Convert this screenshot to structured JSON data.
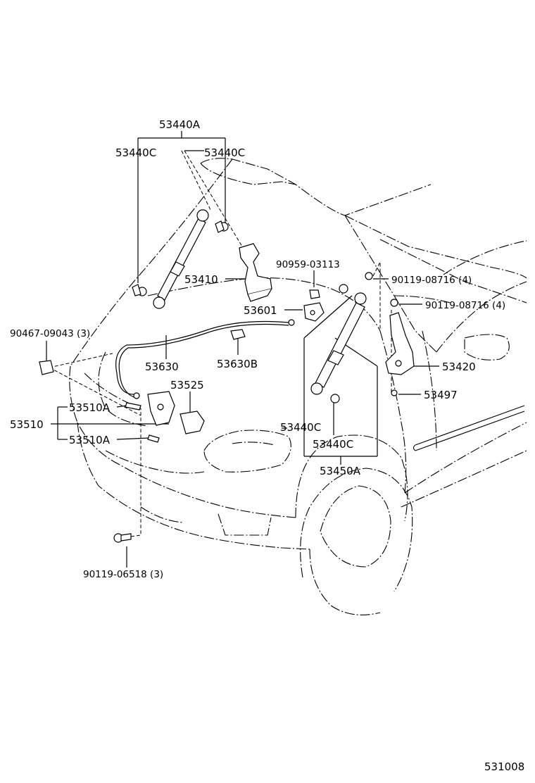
{
  "labels": {
    "p53440A_top": "53440A",
    "p53440C_left": "53440C",
    "p53440C_right": "53440C",
    "p53410": "53410",
    "p90959": "90959-03113",
    "p53601": "53601",
    "p90467": "90467-09043 (3)",
    "p53630": "53630",
    "p53630B": "53630B",
    "p53525": "53525",
    "p53510A_1": "53510A",
    "p53510": "53510",
    "p53510A_2": "53510A",
    "p53440C_mid": "53440C",
    "p53440C_low": "53440C",
    "p53450A": "53450A",
    "p90119_08716_a": "90119-08716 (4)",
    "p90119_08716_b": "90119-08716 (4)",
    "p53420": "53420",
    "p53497": "53497",
    "p90119_06518": "90119-06518 (3)",
    "diagram_code": "531008"
  }
}
